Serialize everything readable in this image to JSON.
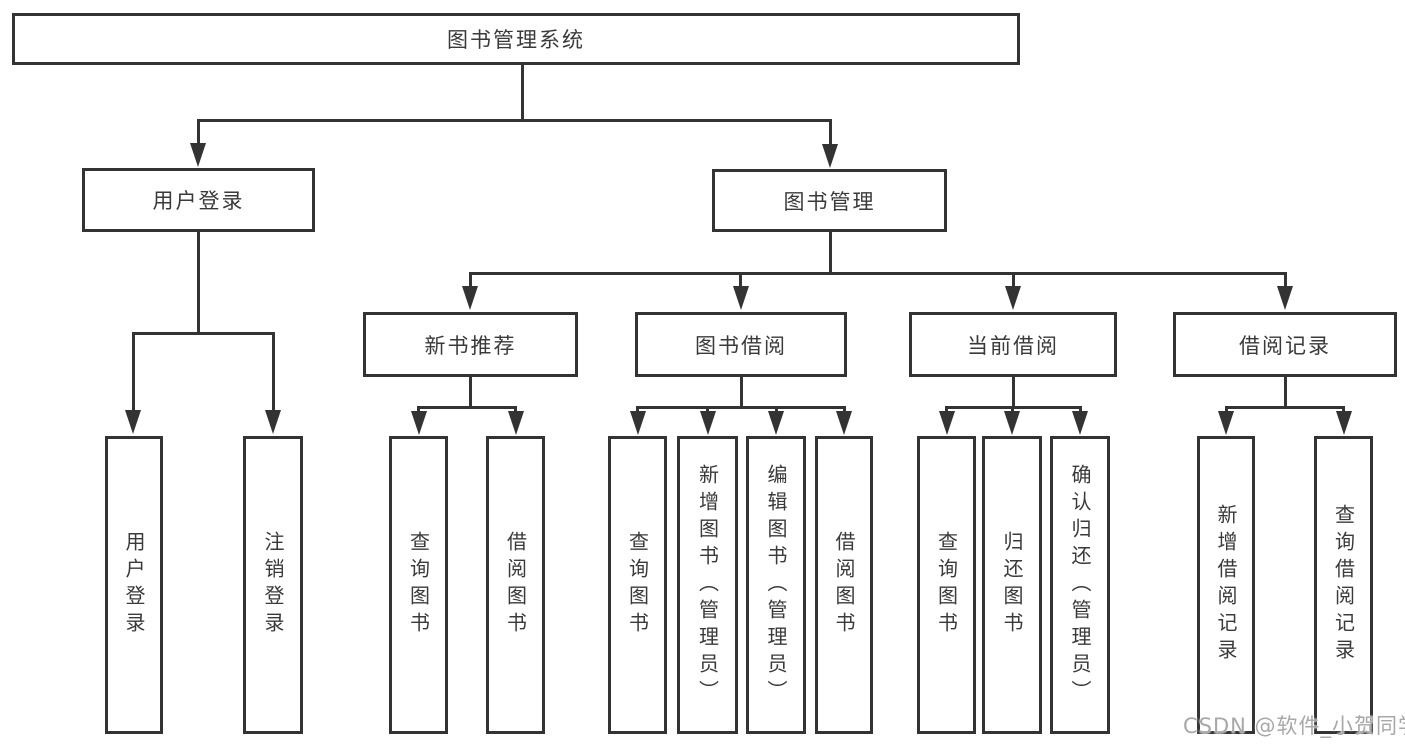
{
  "diagram": {
    "title": "图书管理系统",
    "root": "图书管理系统",
    "branches": [
      {
        "label": "用户登录",
        "children": [
          "用户登录",
          "注销登录"
        ]
      },
      {
        "label": "图书管理",
        "children": [
          {
            "label": "新书推荐",
            "children": [
              "查询图书",
              "借阅图书"
            ]
          },
          {
            "label": "图书借阅",
            "children": [
              "查询图书",
              "新增图书（管理员）",
              "编辑图书（管理员）",
              "借阅图书"
            ]
          },
          {
            "label": "当前借阅",
            "children": [
              "查询图书",
              "归还图书",
              "确认归还（管理员）"
            ]
          },
          {
            "label": "借阅记录",
            "children": [
              "新增借阅记录",
              "查询借阅记录"
            ]
          }
        ]
      }
    ]
  },
  "watermark": "CSDN @软件_小贺同学",
  "colors": {
    "line": "#333333",
    "text": "#3a3a3a",
    "watermark": "#a8a8a8",
    "background": "#ffffff"
  }
}
